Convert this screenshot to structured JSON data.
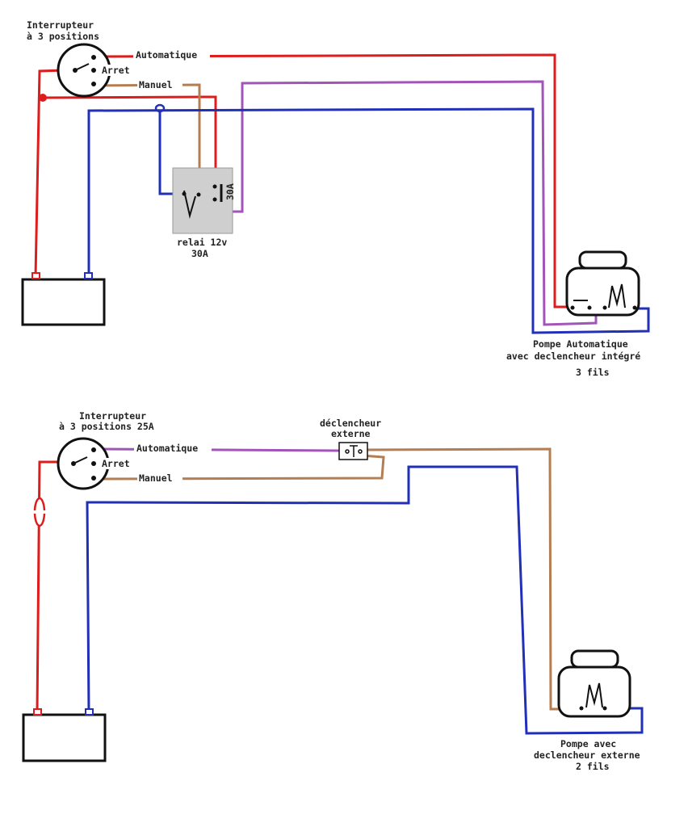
{
  "colors": {
    "positive": "#dd1c1c",
    "negative": "#2230b8",
    "automatique": "#a354b8",
    "manuel": "#b47e52"
  },
  "top_circuit": {
    "switch_label_line1": "Interrupteur",
    "switch_label_line2": "à 3 positions",
    "pos_automatique": "Automatique",
    "pos_arret": "Arret",
    "pos_manuel": "Manuel",
    "relay_label_line1": "relai 12v",
    "relay_label_line2": "30A",
    "relay_contact_rating": "30A",
    "pump_label_line1": "Pompe Automatique",
    "pump_label_line2": "avec declencheur intégré",
    "pump_label_line3": "3 fils"
  },
  "bottom_circuit": {
    "switch_label_line1": "Interrupteur",
    "switch_label_line2": "à 3 positions 25A",
    "pos_automatique": "Automatique",
    "pos_arret": "Arret",
    "pos_manuel": "Manuel",
    "trigger_label_line1": "déclencheur",
    "trigger_label_line2": "externe",
    "pump_label_line1": "Pompe avec",
    "pump_label_line2": "declencheur externe",
    "pump_label_line3": "2 fils"
  }
}
